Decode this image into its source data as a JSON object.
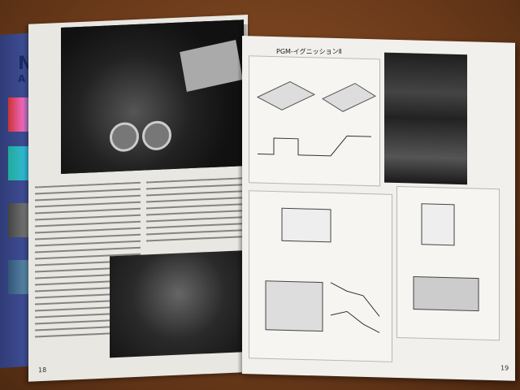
{
  "magazine_under": {
    "title": "NSX",
    "subtitle": "ACC"
  },
  "right_page": {
    "section_title": "PGM-イグニッションⅡ"
  },
  "page_numbers": {
    "left": "18",
    "right": "19"
  },
  "colors": {
    "table": "#6b3a1a",
    "page": "#f1f0ec",
    "under_cover": "#2f3c78"
  }
}
